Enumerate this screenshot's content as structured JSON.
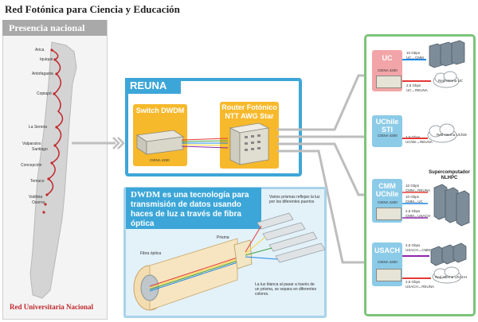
{
  "title": "Red Fotónica para Ciencia y Educación",
  "left_panel": {
    "heading": "Presencia nacional",
    "footer": "Red Universitaria Nacional",
    "cities": [
      "Arica",
      "Iquique",
      "Antofagasta",
      "Copiapó",
      "La Serena",
      "Valparaíso",
      "Santiago",
      "Concepción",
      "Temuco",
      "Valdivia",
      "Osorno"
    ]
  },
  "reuna": {
    "heading": "REUNA",
    "switch_label": "Switch DWDM",
    "switch_model": "CIENA 4200",
    "router_label": "Router Fotónico NTT AWG Star"
  },
  "dwdm": {
    "lead": "DWDM",
    "text": " es una tecnología para transmisión de datos usando haces de luz a través de fibra óptica",
    "fibra_label": "Fibra óptica",
    "prisma_label": "Prisma",
    "prismas_note": "Varios prismas reflejan la luz por los diferentes puertos",
    "luz_note": "La luz blanca al pasar a través de un prisma, se separa en diferentes colores."
  },
  "nodes": {
    "uc": {
      "name": "UC",
      "model": "CIENA 4200",
      "link1_speed": "10 Gbps",
      "link1_name": "UC↔CMM",
      "link2_speed": "2,5 Gbps",
      "link2_name": "UC↔REUNA",
      "cloud": "Red interna UC"
    },
    "uchile": {
      "name": "UChile STI",
      "model": "CIENA 4200",
      "link1_speed": "2,5 Gbps",
      "link1_name": "UChile↔REUNA",
      "cloud": "Red interna UChile"
    },
    "cmm": {
      "name": "CMM UChile",
      "model": "CIENA 4200",
      "link1_speed": "10 Gbps",
      "link1_name": "CMM↔REUNA",
      "link2_speed": "10 Gbps",
      "link2_name": "CMM↔UC",
      "link3_speed": "2,5 Gbps",
      "link3_name": "CMM↔USACH"
    },
    "usach": {
      "name": "USACH",
      "model": "CIENA 4200",
      "link1_speed": "2,5 Gbps",
      "link1_name": "USACH↔CMM",
      "link2_speed": "2,5 Gbps",
      "link2_name": "USACH↔REUNA",
      "cloud": "Red interna USACH"
    }
  },
  "supercomputer": {
    "label": "Supercomputador NLHPC"
  },
  "colors": {
    "reuna": "#3da6d8",
    "green": "#7cc47a",
    "yellow": "#f7b92c",
    "pink": "#f2a5a8",
    "blue_node": "#8ccbe8",
    "red_line": "#c0282d"
  }
}
